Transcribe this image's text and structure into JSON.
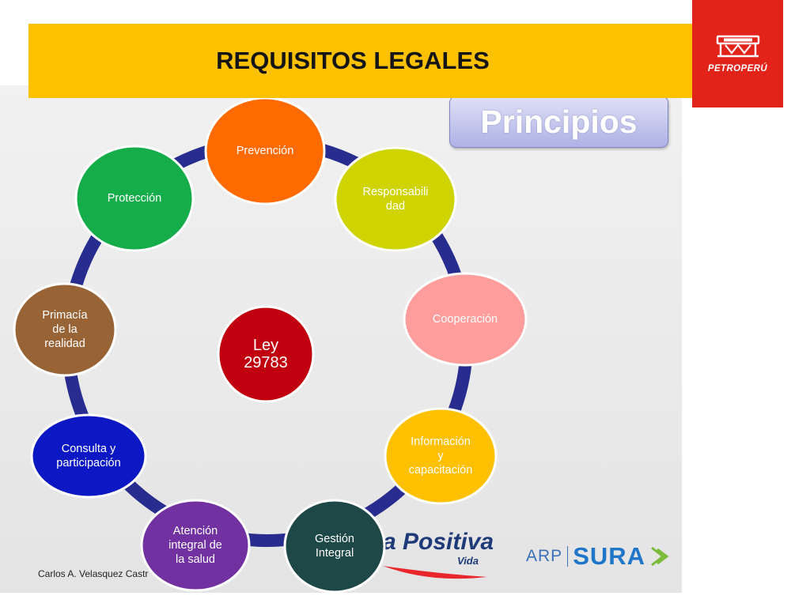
{
  "header": {
    "title": "REQUISITOS LEGALES",
    "logo_text": "PETROPERÚ",
    "logo_color": "#e2231a",
    "title_bar_color": "#fcc100"
  },
  "diagram": {
    "principios_label": "Principios",
    "center": {
      "lines": [
        "Ley",
        "29783"
      ],
      "color": "#c0000f"
    },
    "ring_color": "#272c8e",
    "nodes": [
      {
        "id": "prevencion",
        "lines": [
          "Prevención"
        ],
        "color": "#ff6b00"
      },
      {
        "id": "responsabilidad",
        "lines": [
          "Responsabili",
          "dad"
        ],
        "color": "#cfd300"
      },
      {
        "id": "cooperacion",
        "lines": [
          "Cooperación"
        ],
        "color": "#ff9d9c"
      },
      {
        "id": "informacion",
        "lines": [
          "Información",
          "y",
          "capacitación"
        ],
        "color": "#ffc000"
      },
      {
        "id": "gestion",
        "lines": [
          "Gestión",
          "Integral"
        ],
        "color": "#1d4847"
      },
      {
        "id": "atencion",
        "lines": [
          "Atención",
          "integral de",
          "la salud"
        ],
        "color": "#7231a0"
      },
      {
        "id": "consulta",
        "lines": [
          "Consulta y",
          "participación"
        ],
        "color": "#0c18c4"
      },
      {
        "id": "primacia",
        "lines": [
          "Primacía",
          "de la",
          "realidad"
        ],
        "color": "#986436"
      },
      {
        "id": "proteccion",
        "lines": [
          "Protección"
        ],
        "color": "#14ad4a"
      }
    ]
  },
  "footer": {
    "author": "Carlos A. Velasquez Castr",
    "positiva_text": "a Positiva",
    "positiva_sub": "Vida",
    "sura_arp": "ARP",
    "sura_name": "SURA"
  }
}
